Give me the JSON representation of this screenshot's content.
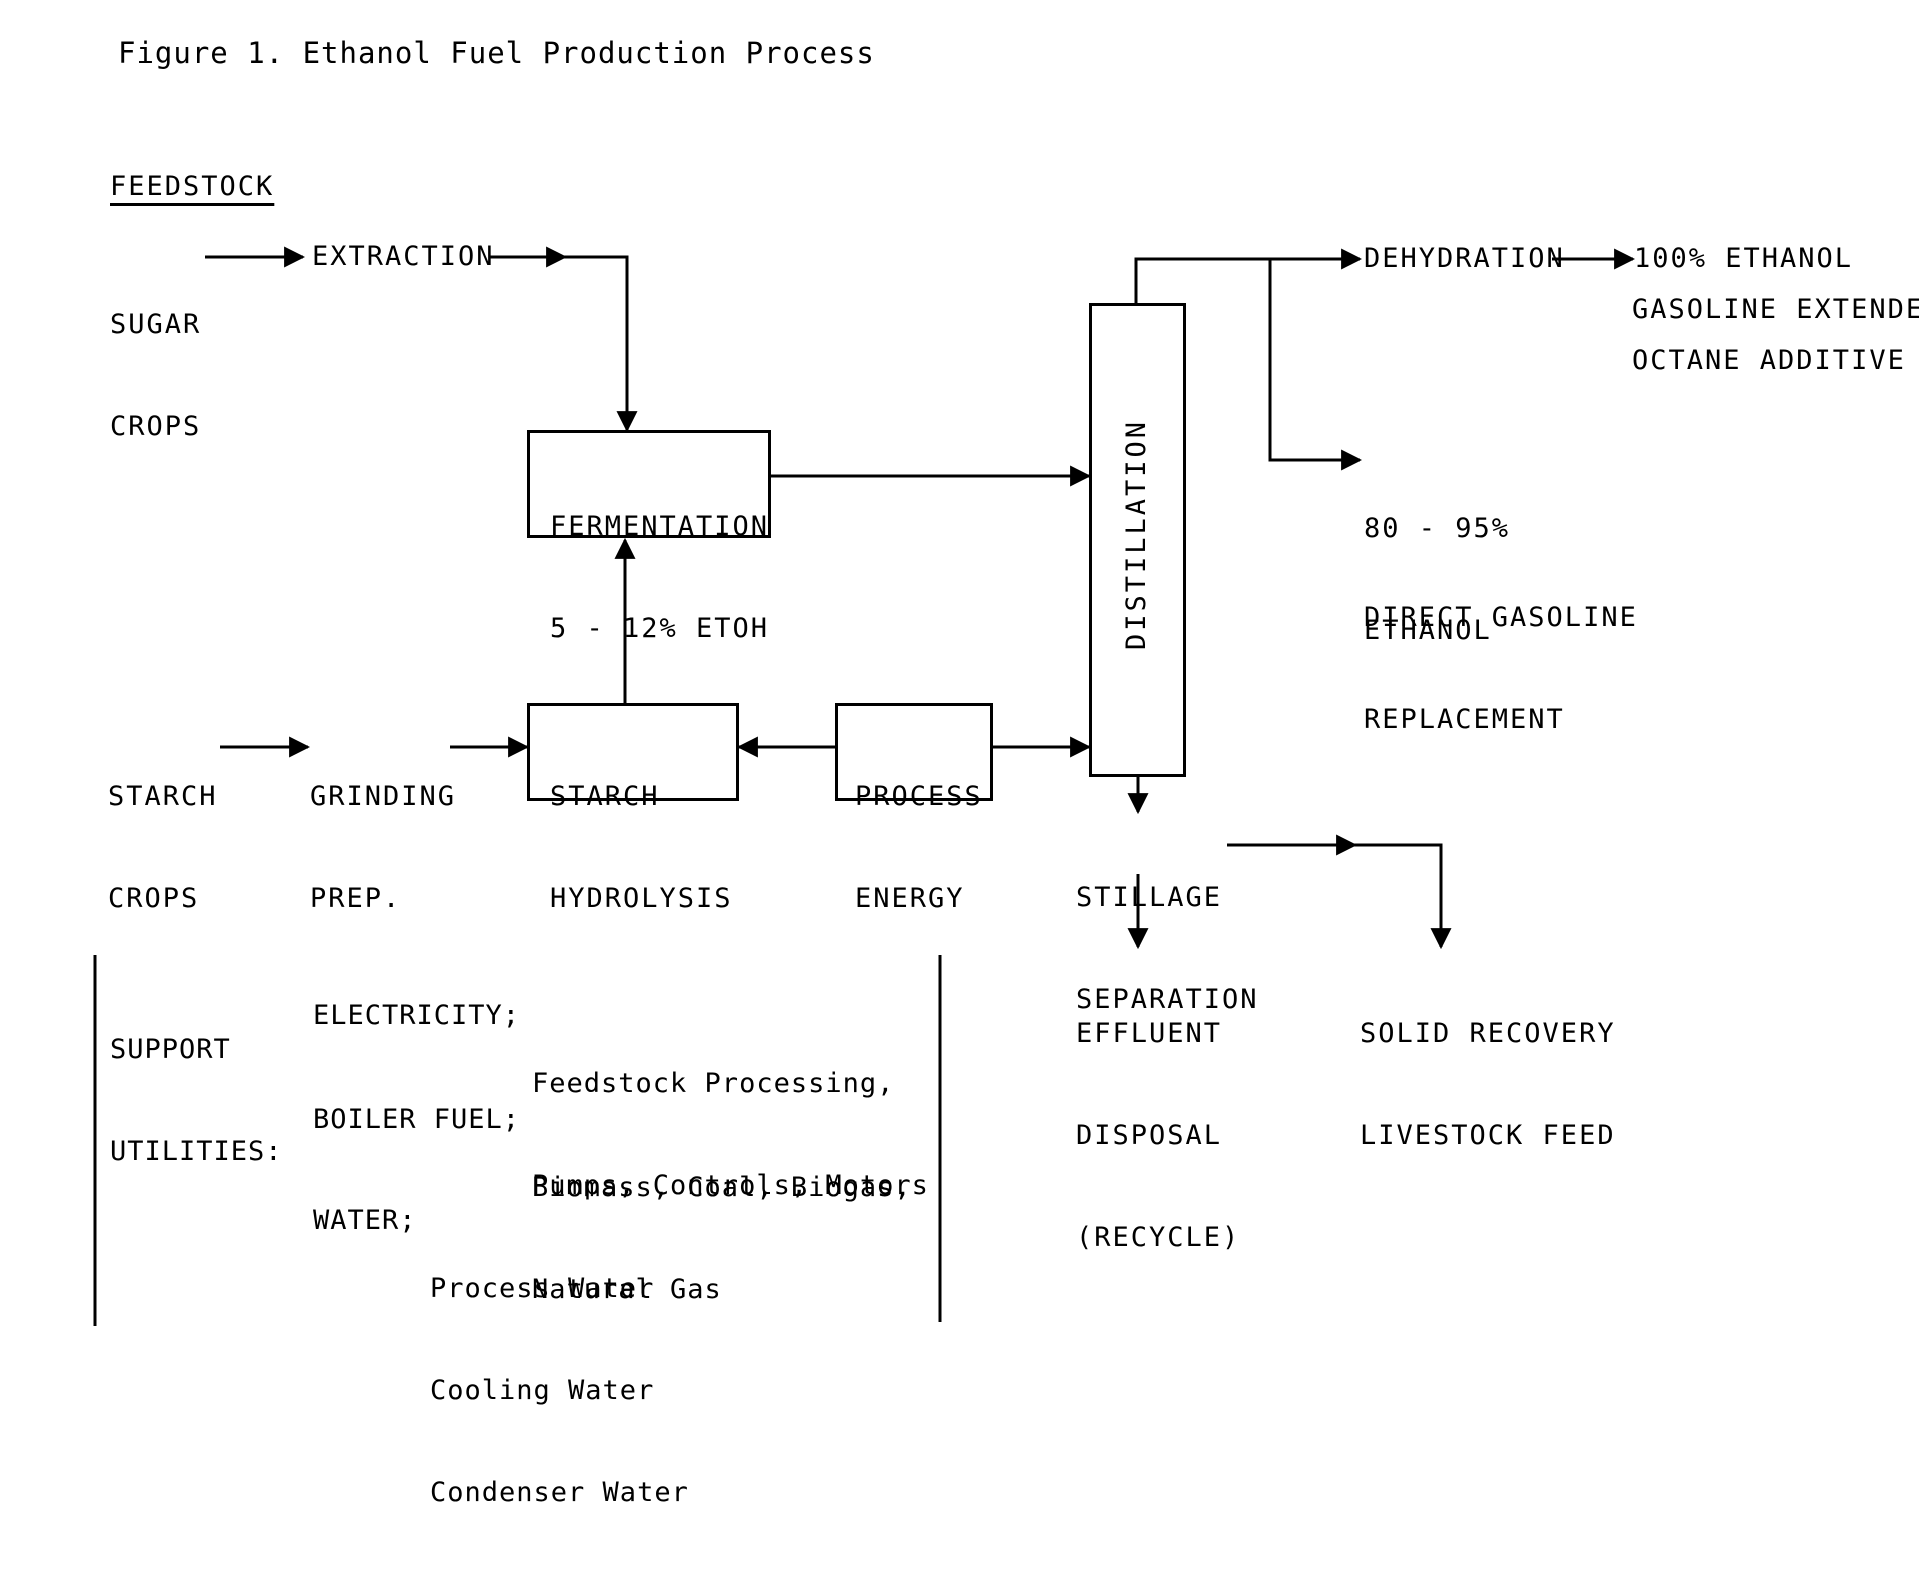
{
  "figure": {
    "title": "Figure 1. Ethanol Fuel Production Process"
  },
  "feedstock": {
    "heading": "FEEDSTOCK",
    "sugar_crops": [
      "SUGAR",
      "CROPS"
    ],
    "starch_crops": [
      "STARCH",
      "CROPS"
    ]
  },
  "steps": {
    "extraction": "EXTRACTION",
    "grinding_prep": [
      "GRINDING",
      "PREP."
    ],
    "fermentation": [
      "FERMENTATION",
      "5 - 12% ETOH"
    ],
    "starch_hydrolysis": [
      "STARCH",
      "HYDROLYSIS"
    ],
    "process_energy": [
      "PROCESS",
      "ENERGY"
    ],
    "distillation": "DISTILLATION",
    "dehydration": "DEHYDRATION",
    "stillage_separation": [
      "STILLAGE",
      "SEPARATION"
    ]
  },
  "products": {
    "ethanol_100": [
      "100% ETHANOL",
      "GASOLINE EXTENDER",
      "OCTANE ADDITIVE"
    ],
    "ethanol_80_95": [
      "80 - 95%",
      "ETHANOL"
    ],
    "ethanol_80_95_use": [
      "DIRECT GASOLINE",
      "REPLACEMENT"
    ],
    "effluent": [
      "EFFLUENT",
      "DISPOSAL",
      "(RECYCLE)"
    ],
    "solid_recovery": [
      "SOLID RECOVERY",
      "LIVESTOCK FEED"
    ]
  },
  "support_utilities": {
    "label": [
      "SUPPORT",
      "UTILITIES:"
    ],
    "electricity": {
      "name": "ELECTRICITY;",
      "items": [
        "Feedstock Processing,",
        "Pumps, Controls, Motors"
      ]
    },
    "boiler_fuel": {
      "name": "BOILER FUEL;",
      "items": [
        "Biomass, Coal, Biogas,",
        "Natural Gas"
      ]
    },
    "water": {
      "name": "WATER;",
      "items": [
        "Process Water",
        "Cooling Water",
        "Condenser Water"
      ]
    }
  },
  "colors": {
    "ink": "#000000",
    "paper": "#ffffff"
  }
}
